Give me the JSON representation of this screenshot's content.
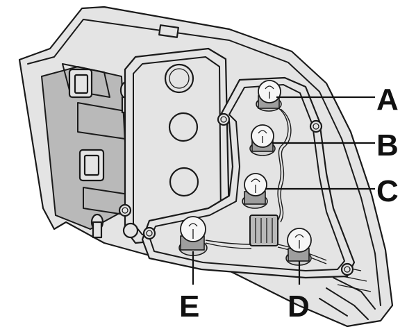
{
  "diagram": {
    "labels": {
      "a": "A",
      "b": "B",
      "c": "C",
      "d": "D",
      "e": "E"
    }
  },
  "colors": {
    "housing": "#e4e4e4",
    "shade": "#b9b9b9",
    "ink": "#1a1a1a"
  }
}
